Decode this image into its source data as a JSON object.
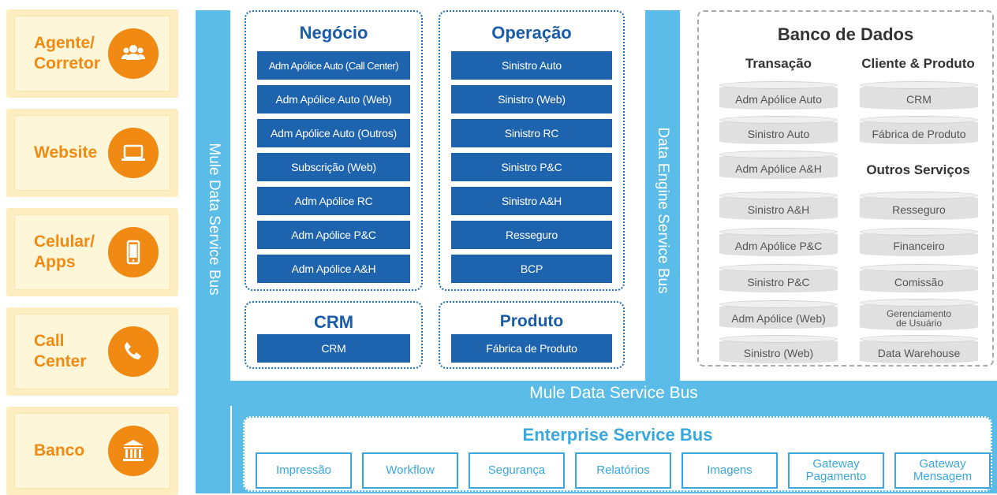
{
  "channels": [
    {
      "label": "Agente/\nCorretor",
      "icon": "users-icon"
    },
    {
      "label": "Website",
      "icon": "laptop-icon"
    },
    {
      "label": "Celular/\nApps",
      "icon": "smartphone-icon"
    },
    {
      "label": "Call\nCenter",
      "icon": "phone-icon"
    },
    {
      "label": "Banco",
      "icon": "bank-icon"
    }
  ],
  "buses": {
    "left_vertical": "Mule Data Service Bus",
    "middle_vertical": "Data Engine Service Bus",
    "horizontal": "Mule Data Service Bus"
  },
  "negocio": {
    "title": "Negócio",
    "items": [
      "Adm Apólice Auto (Call Center)",
      "Adm Apólice Auto (Web)",
      "Adm Apólice Auto (Outros)",
      "Subscrição (Web)",
      "Adm Apólice RC",
      "Adm Apólice P&C",
      "Adm Apólice A&H"
    ]
  },
  "operacao": {
    "title": "Operação",
    "items": [
      "Sinistro Auto",
      "Sinistro (Web)",
      "Sinistro RC",
      "Sinistro P&C",
      "Sinistro A&H",
      "Resseguro",
      "BCP"
    ]
  },
  "crm": {
    "title": "CRM",
    "items": [
      "CRM"
    ]
  },
  "produto": {
    "title": "Produto",
    "items": [
      "Fábrica de Produto"
    ]
  },
  "database": {
    "title": "Banco de Dados",
    "transacao": {
      "title": "Transação",
      "items": [
        "Adm Apólice Auto",
        "Sinistro Auto",
        "Adm Apólice A&H",
        "Sinistro A&H",
        "Adm Apólice P&C",
        "Sinistro P&C",
        "Adm Apólice (Web)",
        "Sinistro (Web)"
      ]
    },
    "cliente_produto": {
      "title": "Cliente & Produto",
      "items": [
        "CRM",
        "Fábrica de Produto"
      ]
    },
    "outros_servicos": {
      "title": "Outros Serviços",
      "items": [
        "Resseguro",
        "Financeiro",
        "Comissão",
        "Gerenciamento\nde Usuário",
        "Data Warehouse"
      ]
    }
  },
  "esb": {
    "title": "Enterprise Service Bus",
    "items": [
      "Impressão",
      "Workflow",
      "Segurança",
      "Relatórios",
      "Imagens",
      "Gateway\nPagamento",
      "Gateway\nMensagem"
    ]
  },
  "colors": {
    "channel_orange": "#f18a13",
    "channel_bg": "#fdeec2",
    "bus_blue": "#5bbce7",
    "module_blue": "#1e63ad",
    "esb_blue": "#3aa7dd"
  }
}
